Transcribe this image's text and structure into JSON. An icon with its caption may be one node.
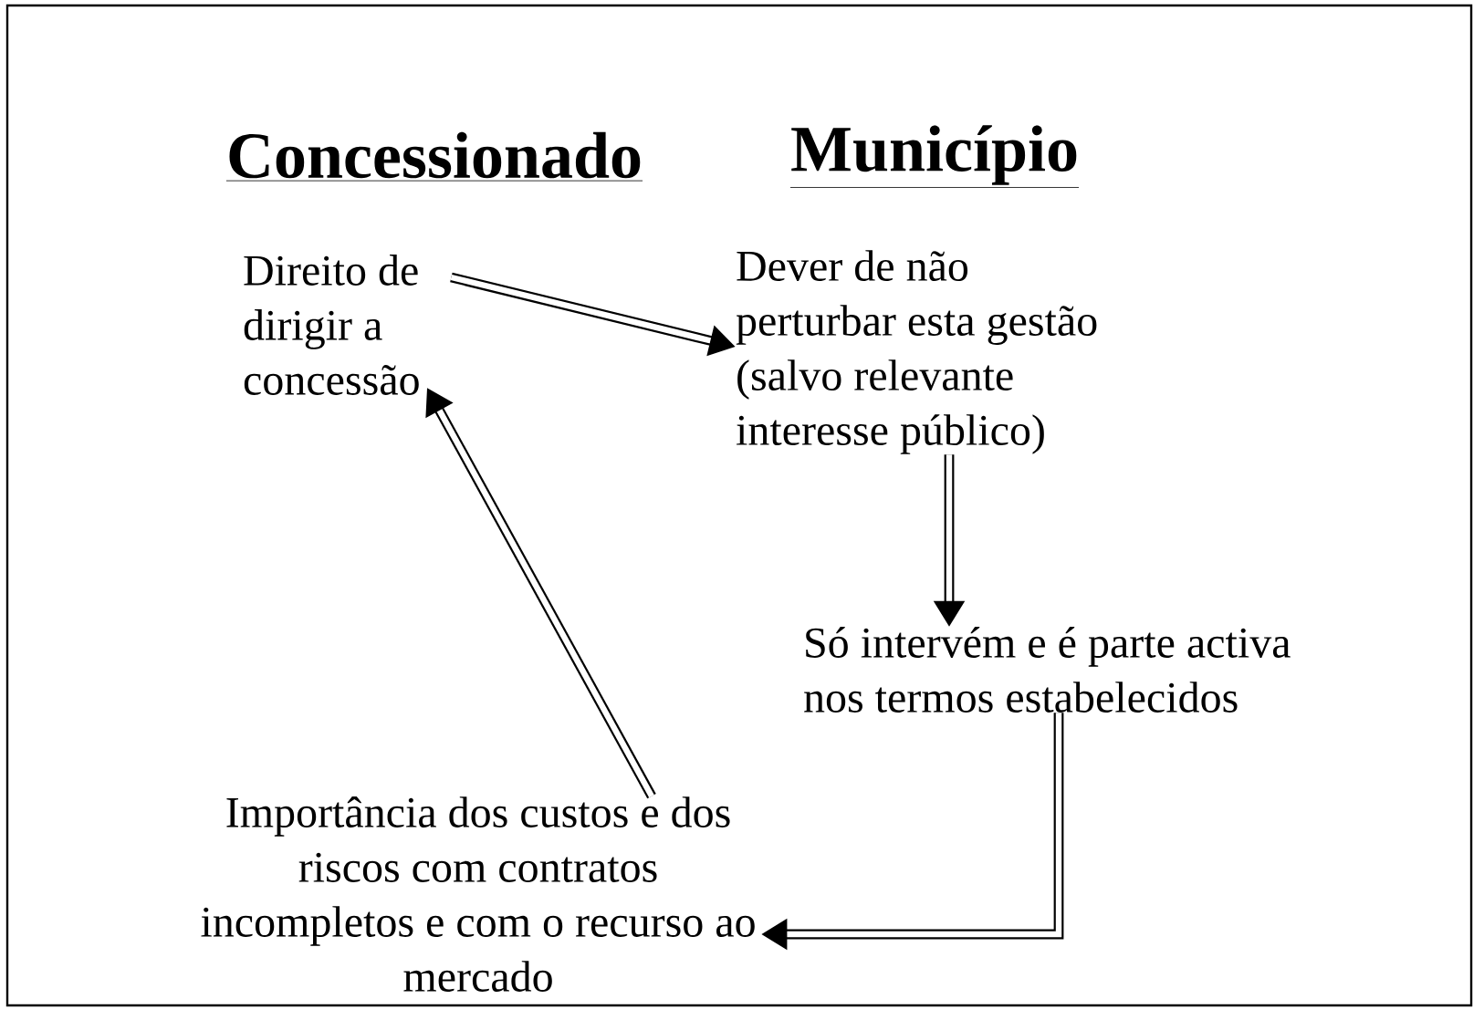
{
  "diagram": {
    "nodes": [
      {
        "text": [
          "Direito de dirigir a concessão"
        ]
      },
      {
        "text": [
          "Dever de não perturbar esta gestão (salvo relevante interesse público)"
        ]
      },
      {
        "text": [
          "Só intervém e é parte activa nos termos estabelecidos"
        ]
      },
      {
        "text": [
          "Importância dos custos e dos riscos com contratos incompletos e com o recurso ao mercado"
        ]
      }
    ],
    "edges": [
      {
        "from": 0,
        "to": 1,
        "arrow": "to"
      },
      {
        "from": 1,
        "to": 2,
        "arrow": "to"
      },
      {
        "from": 2,
        "to": 3,
        "arrow": "to"
      },
      {
        "from": 3,
        "to": 0,
        "arrow": "to"
      }
    ],
    "labels": [
      "Concessionado",
      "Município"
    ]
  }
}
